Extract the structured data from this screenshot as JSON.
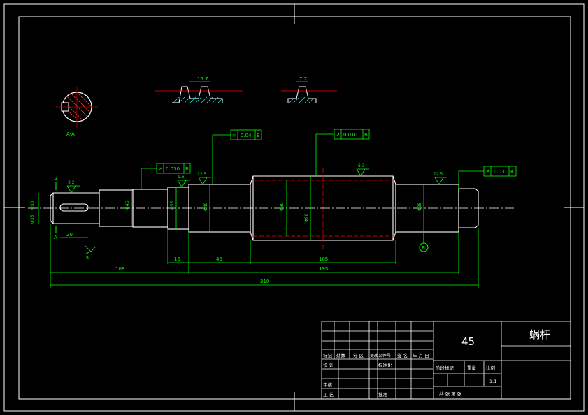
{
  "colors": {
    "bg": "#000000",
    "frame": "#ffffff",
    "part": "#ffffff",
    "dim": "#00ff00",
    "center": "#ff0000",
    "note": "#00ffff",
    "hatch": "#00ffff"
  },
  "section": {
    "label": "A-A"
  },
  "tooth_profiles": {
    "left_dim": "15.7",
    "right_dim": "7.7"
  },
  "tolerances": {
    "runout_left": {
      "symbol": "↗",
      "value": "0.030",
      "datum": "B"
    },
    "cyl_mid": {
      "symbol": "⌭",
      "value": "0.04",
      "datum": "B"
    },
    "runout_mid": {
      "symbol": "↗",
      "value": "0.010",
      "datum": "B"
    },
    "runout_right": {
      "symbol": "↗",
      "value": "0.03",
      "datum": "B"
    }
  },
  "roughness": {
    "r1": "3.2",
    "r2": "12.5",
    "r3": "1.6",
    "r4": "6.3",
    "r5": "12.5",
    "r6": "6.3"
  },
  "dimensions": {
    "len_keyway": "20",
    "len_108": "108",
    "len_15": "15",
    "len_45": "45",
    "len_105": "105",
    "len_195": "195",
    "total": "310",
    "d_left1": "Φ30",
    "d_left2": "Φ35",
    "d_mid1": "Φ45",
    "d_mid2": "Φ55",
    "d_mid3": "Φ40",
    "d_worm": "Φ80",
    "d_worm2": "Φ96",
    "d_right": "Φ35"
  },
  "section_mark": "A",
  "datum_mark": "B",
  "title_block": {
    "material": "45",
    "part_name": "蜗杆",
    "row_headers": [
      "标记",
      "处数",
      "分 区",
      "更改文件号",
      "签 名",
      "年 月 日"
    ],
    "design": "设 计",
    "standardize": "标准化",
    "stage_mark": "阶段标记",
    "weight": "重量",
    "scale_label": "比例",
    "scale": "1:1",
    "review": "审核",
    "process": "工 艺",
    "approve": "批准",
    "sheets": "共   张  第   张"
  }
}
